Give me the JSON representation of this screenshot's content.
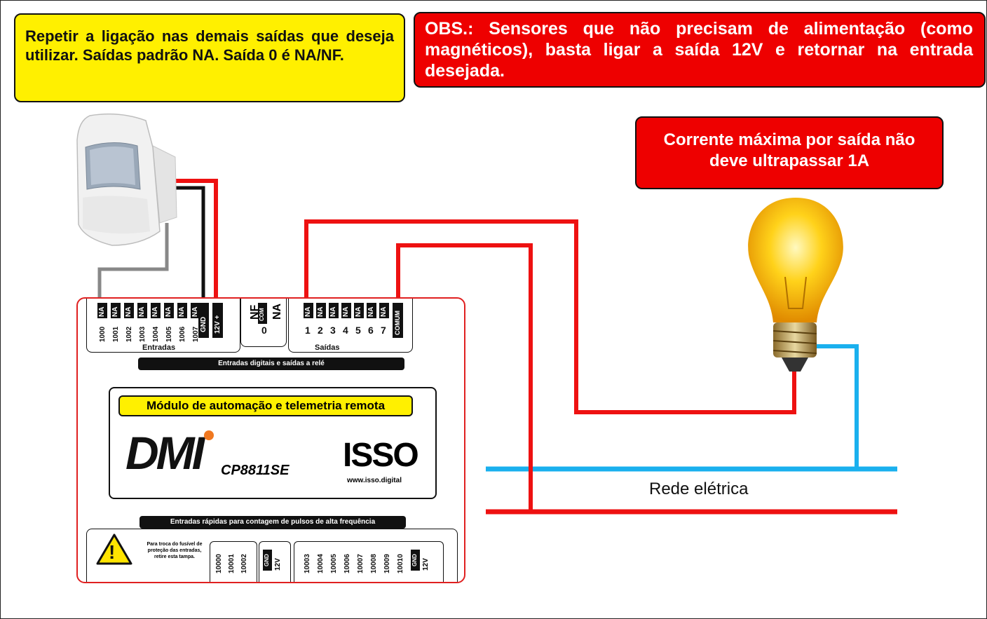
{
  "notes": {
    "yellow": "Repetir a ligação nas demais saídas que deseja utilizar. Saídas padrão NA. Saída 0 é NA/NF.",
    "red_obs": "OBS.: Sensores que não precisam de alimentação (como magnéticos), basta ligar a saída 12V e retornar na entrada desejada.",
    "red_current": "Corrente máxima por saída não deve ultrapassar 1A"
  },
  "rede_label": "Rede elétrica",
  "device": {
    "inputs": [
      "1000",
      "1001",
      "1002",
      "1003",
      "1004",
      "1005",
      "1006",
      "1007"
    ],
    "input_type": "NA",
    "gnd": "GND",
    "v12_plus": "12V +",
    "inputs_label": "Entradas",
    "nf": "NF",
    "com": "COM",
    "na": "NA",
    "output0": "0",
    "outputs": [
      "1",
      "2",
      "3",
      "4",
      "5",
      "6",
      "7"
    ],
    "comum": "COMUM",
    "outputs_label": "Saídas",
    "band_top": "Entradas digitais e saídas a relé",
    "module_title": "Módulo de automação e telemetria remota",
    "brand": "DMI",
    "model": "CP8811SE",
    "isso": "ISSO",
    "url": "www.isso.digital",
    "band_bottom": "Entradas rápidas para contagem de pulsos de alta frequência",
    "warning_text": "Para troca do fusível de proteção das entradas, retire esta tampa.",
    "fast_inputs_a": [
      "10000",
      "10001",
      "10002"
    ],
    "fast_inputs_b": [
      "10003",
      "10004",
      "10005",
      "10006",
      "10007",
      "10008",
      "10009",
      "10010"
    ],
    "gnd2": "GND",
    "v12": "12V",
    "warning_glyph": "!"
  },
  "colors": {
    "wire_red": "#ee1111",
    "wire_blue": "#1ab0ee",
    "wire_black": "#111111",
    "wire_gray": "#888888",
    "note_yellow": "#fff000",
    "note_red": "#ee0000"
  },
  "icons": {
    "sensor": "pir-sensor-icon",
    "lamp": "light-bulb-icon",
    "warning": "warning-triangle-icon"
  }
}
